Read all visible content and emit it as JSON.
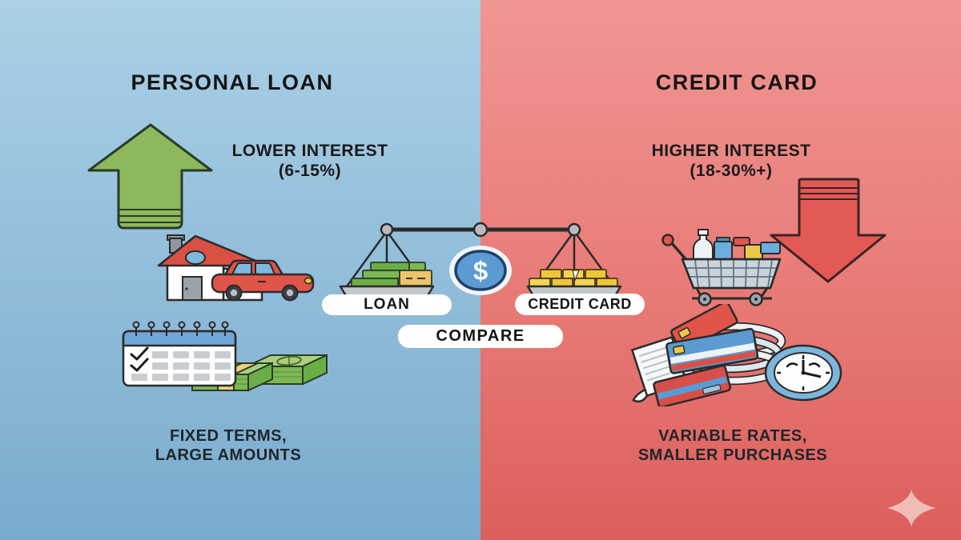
{
  "infographic": {
    "left_panel": {
      "title": "PERSONAL LOAN",
      "interest": {
        "line1": "LOWER INTEREST",
        "line2": "(6-15%)"
      },
      "traits": {
        "line1": "FIXED TERMS,",
        "line2": "LARGE AMOUNTS"
      },
      "arrow_direction": "up",
      "icons": [
        "up-arrow-icon",
        "house-icon",
        "car-icon",
        "calendar-icon",
        "cash-stacks-icon"
      ],
      "colors": {
        "bg_top": "#abd0e6",
        "bg_bottom": "#7aabcd",
        "arrow": "#8db95c"
      }
    },
    "right_panel": {
      "title": "CREDIT CARD",
      "interest": {
        "line1": "HIGHER INTEREST",
        "line2": "(18-30%+)"
      },
      "traits": {
        "line1": "VARIABLE RATES,",
        "line2": "SMALLER PURCHASES"
      },
      "arrow_direction": "down",
      "icons": [
        "down-arrow-icon",
        "shopping-cart-icon",
        "credit-cards-icon",
        "clock-icon",
        "receipt-icon"
      ],
      "colors": {
        "bg_top": "#f09693",
        "bg_bottom": "#dc5f5c",
        "arrow": "#e25955"
      }
    },
    "scale": {
      "left_pan_label": "LOAN",
      "right_pan_label": "CREDIT CARD",
      "compare_label": "COMPARE",
      "coin_symbol": "$",
      "colors": {
        "coin": "#5b9bd2",
        "pan": "#c3c7cb",
        "gold": "#eec734",
        "bills": "#7db854"
      }
    },
    "decor": {
      "sparkle_color": "#f1bcb6"
    }
  }
}
